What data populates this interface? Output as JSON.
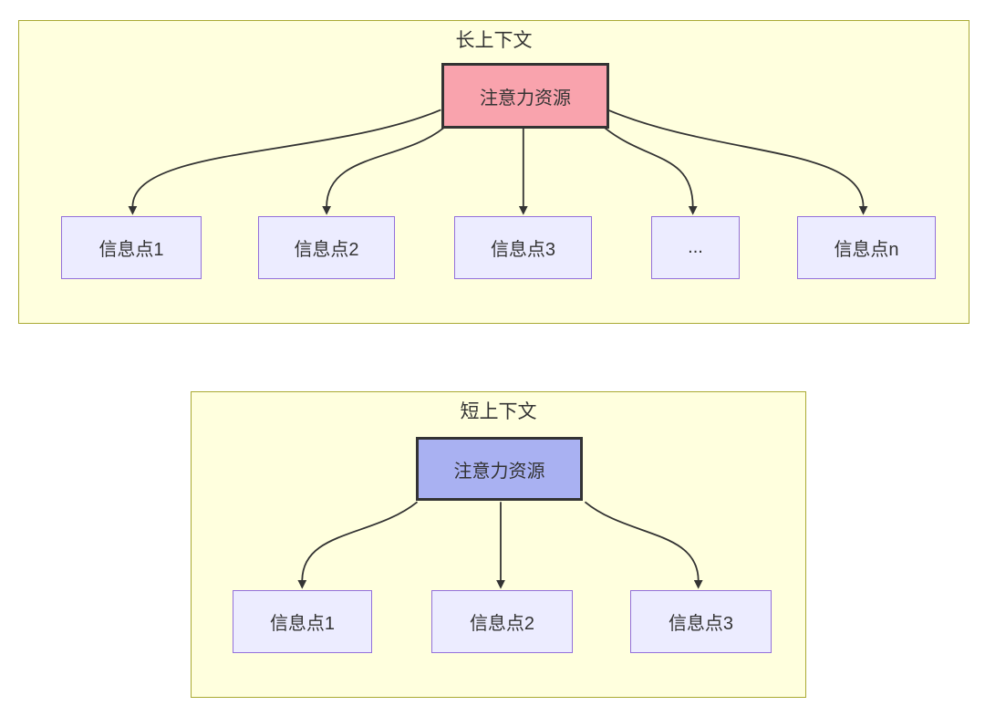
{
  "colors": {
    "page_bg": "#ffffff",
    "cluster_fill": "#ffffde",
    "cluster_border": "#aaaa33",
    "node_fill": "#ececff",
    "node_border": "#9370db",
    "attention_long_fill": "#f9a3ad",
    "attention_short_fill": "#a9b1f2",
    "attention_border": "#333333",
    "edge_color": "#333333",
    "text_color": "#333333"
  },
  "panels": [
    {
      "title": "长上下文",
      "source_label": "注意力资源",
      "targets": [
        "信息点1",
        "信息点2",
        "信息点3",
        "...",
        "信息点n"
      ]
    },
    {
      "title": "短上下文",
      "source_label": "注意力资源",
      "targets": [
        "信息点1",
        "信息点2",
        "信息点3"
      ]
    }
  ]
}
